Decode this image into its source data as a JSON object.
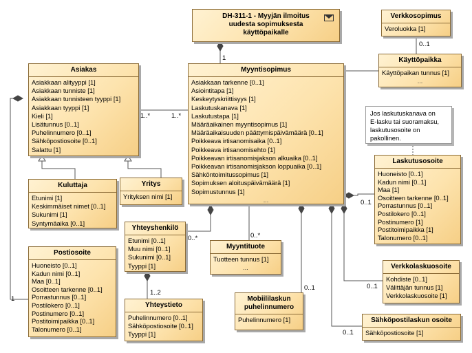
{
  "classes": {
    "notification": {
      "title": "DH-311-1 - Myyjän ilmoitus\nuudesta sopimuksesta\nkäyttöpaikalle",
      "icon": "envelope-icon"
    },
    "verkkosopimus": {
      "title": "Verkkosopimus",
      "attributes": [
        "Veroluokka [1]"
      ]
    },
    "kayttopaikka": {
      "title": "Käyttöpaikka",
      "attributes": [
        "Käyttöpaikan tunnus [1]"
      ],
      "more": "..."
    },
    "asiakas": {
      "title": "Asiakas",
      "attributes": [
        "Asiakkaan alityyppi [1]",
        "Asiakkaan tunniste [1]",
        "Asiakkaan tunnisteen tyyppi [1]",
        "Asiakkaan tyyppi [1]",
        "Kieli [1]",
        "Lisätunnus [0..1]",
        "Puhelinnumero [0..1]",
        "Sähköpostiosoite [0..1]",
        "Salattu [1]"
      ]
    },
    "myyntisopimus": {
      "title": "Myyntisopimus",
      "attributes": [
        "Asiakkaan tarkenne [0..1]",
        "Asiointitapa [1]",
        "Keskeytyskriittisyys [1]",
        "Laskutuskanava [1]",
        "Laskutustapa [1]",
        "Määräaikainen myyntisopimus [1]",
        "Määräaikaisuuden päättymispäivämäärä [0..1]",
        "Poikkeava irtisanomisaika [0..1]",
        "Poikkeava irtisanomisehto [1]",
        "Poikkeavan irtisanomisjakson alkuaika [0..1]",
        "Poikkeavan irtisanomisjakson loppuaika [0..1]",
        "Sähköntoimitussopimus [1]",
        "Sopimuksen aloituspäivämäärä [1]",
        "Sopimustunnus [1]"
      ],
      "more": "..."
    },
    "kuluttaja": {
      "title": "Kuluttaja",
      "attributes": [
        "Etunimi [1]",
        "Keskimmäiset nimet [0..1]",
        "Sukunimi [1]",
        "Syntymäaika [0..1]"
      ]
    },
    "yritys": {
      "title": "Yritys",
      "attributes": [
        "Yrityksen nimi [1]"
      ]
    },
    "laskutusosoite": {
      "title": "Laskutusosoite",
      "attributes": [
        "Huoneisto [0..1]",
        "Kadun nimi [0..1]",
        "Maa [1]",
        "Osoitteen tarkenne [0..1]",
        "Porrastunnus [0..1]",
        "Postilokero [0..1]",
        "Postinumero [1]",
        "Postitoimipaikka [1]",
        "Talonumero [0..1]"
      ]
    },
    "yhteyshenkilo": {
      "title": "Yhteyshenkilö",
      "attributes": [
        "Etunimi [0..1]",
        "Muu nimi [0..1]",
        "Sukunimi [0..1]",
        "Tyyppi [1]"
      ]
    },
    "myyntituote": {
      "title": "Myyntituote",
      "attributes": [
        "Tuotteen tunnus [1]"
      ],
      "more": "..."
    },
    "postiosoite": {
      "title": "Postiosoite",
      "attributes": [
        "Huoneisto [0..1]",
        "Kadun nimi [0..1]",
        "Maa [0..1]",
        "Osoitteen tarkenne [0..1]",
        "Porrastunnus [0..1]",
        "Postilokero [0..1]",
        "Postinumero [0..1]",
        "Postitoimipaikka [0..1]",
        "Talonumero [0..1]"
      ]
    },
    "verkkolaskuosoite": {
      "title": "Verkkolaskuosoite",
      "attributes": [
        "Kohdiste [0..1]",
        "Välittäjän tunnus [1]",
        "Verkkolaskuosoite [1]"
      ]
    },
    "yhteystieto": {
      "title": "Yhteystieto",
      "attributes": [
        "Puhelinnumero [0..1]",
        "Sähköpostiosoite [0..1]",
        "Tyyppi [1]"
      ]
    },
    "mobiililasku": {
      "title": "Mobiililaskun\npuhelinnumero",
      "attributes": [
        "Puhelinnumero [1]"
      ]
    },
    "sahkopostilasku": {
      "title": "Sähköpostilaskun osoite",
      "attributes": [
        "Sähköpostiosoite [1]"
      ]
    }
  },
  "note": "Jos laskutuskanava on\nE-lasku tai suoramaksu,\nlaskutusosoite on\npakollinen.",
  "multiplicities": {
    "notif_myynti": "1",
    "verkko_kaytto": "0..1",
    "asiakas_end": "1..*",
    "myynti_asiakas_end": "1..*",
    "laskutus_end": "0..1",
    "yhteyshenkilo_end": "0..*",
    "myyntituote_end": "0..*",
    "yhteystieto_end": "1..2",
    "postiosoite_end": "1",
    "mobiili_end": "0..1",
    "verkkolasku_end": "0..1",
    "sahkoposti_end": "0..1"
  }
}
